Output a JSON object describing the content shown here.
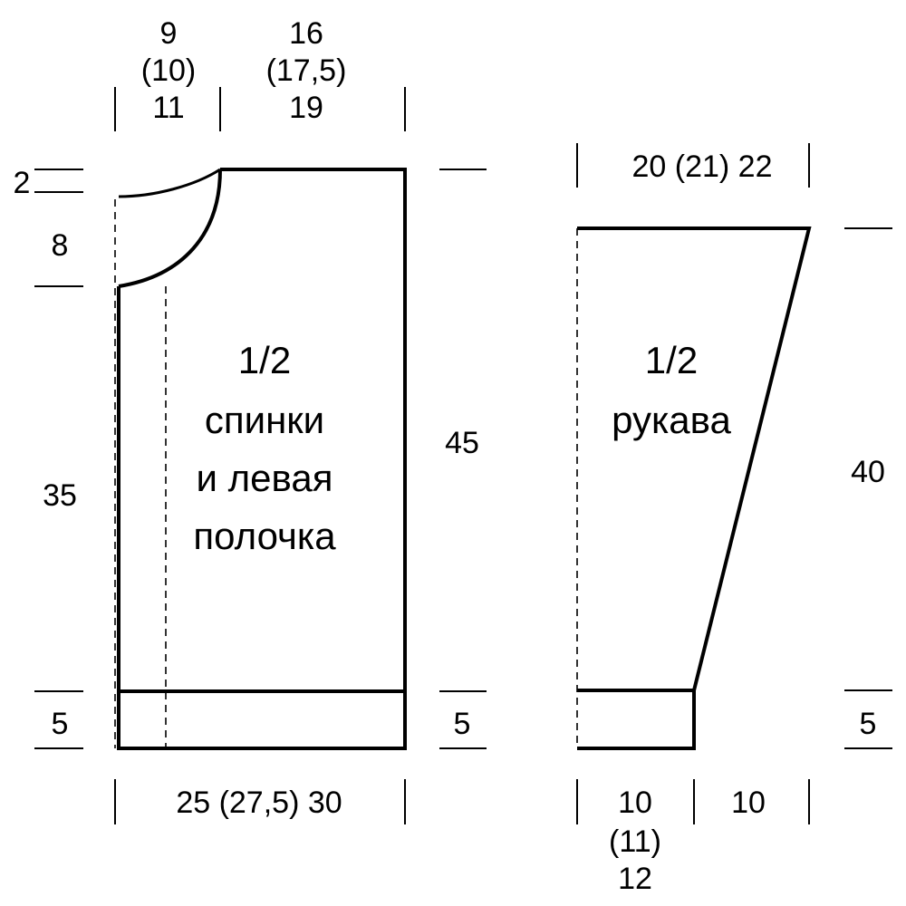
{
  "back_piece": {
    "label": [
      "1/2",
      "спинки",
      "и левая",
      "полочка"
    ],
    "top_left_width": [
      "9",
      "(10)",
      "11"
    ],
    "top_right_width": [
      "16",
      "(17,5)",
      "19"
    ],
    "neck_depth_small": "2",
    "neck_depth": "8",
    "side_length": "35",
    "total_length": "45",
    "rib_left": "5",
    "rib_right": "5",
    "bottom_width": "25 (27,5) 30"
  },
  "sleeve_piece": {
    "label": [
      "1/2",
      "рукава"
    ],
    "top_width": "20 (21) 22",
    "length": "40",
    "rib": "5",
    "bottom_left_width": [
      "10",
      "(11)",
      "12"
    ],
    "bottom_right_width": "10"
  }
}
